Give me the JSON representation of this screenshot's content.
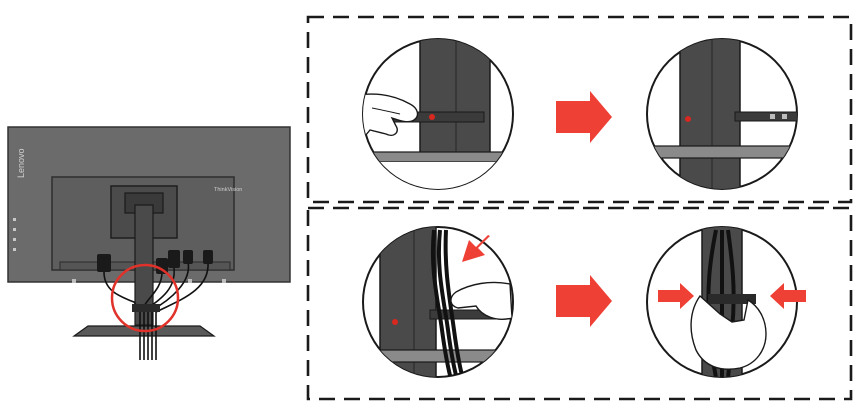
{
  "monitor": {
    "brand_side": "Lenovo",
    "brand_stand": "ThinkVision"
  },
  "steps": [
    {
      "id": "step-1",
      "content": "clip-attach"
    },
    {
      "id": "step-2",
      "content": "cable-bundle"
    }
  ],
  "colors": {
    "ink": "#1a1a1a",
    "monitor_body": "#6b6b6b",
    "monitor_dark": "#3f3f3f",
    "stand_column": "#4a4a4a",
    "highlight_ring": "#e0322a",
    "arrow": "#ee4035",
    "dot": "#d9281f",
    "cable": "#111111",
    "dashed_frame": "#1a1a1a"
  },
  "icons": [
    "dashed-frame",
    "right-arrow-icon",
    "press-arrow-icon",
    "hand-icon"
  ]
}
